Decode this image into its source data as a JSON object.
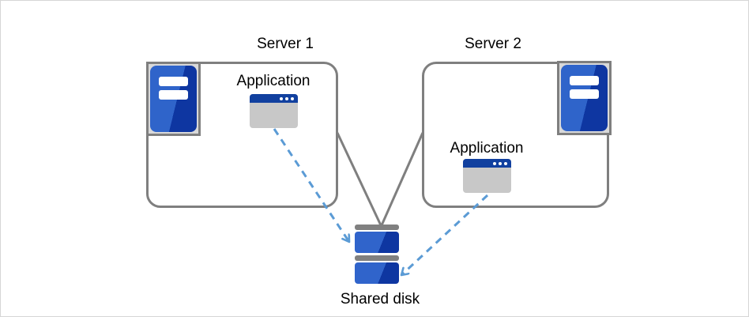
{
  "canvas": {
    "background": "#ffffff",
    "border_color": "#d6d6d6"
  },
  "nodes": {
    "server1": {
      "label": "Server 1",
      "icon": "server-icon"
    },
    "server2": {
      "label": "Server 2",
      "icon": "server-icon"
    },
    "app1": {
      "label": "Application",
      "icon": "app-window-icon"
    },
    "app2": {
      "label": "Application",
      "icon": "app-window-icon"
    },
    "shared_disk": {
      "label": "Shared disk",
      "icon": "disk-stack-icon"
    }
  },
  "connections": [
    {
      "from": "server1",
      "to": "shared_disk",
      "style": "solid",
      "color": "#7f7f7f"
    },
    {
      "from": "server2",
      "to": "shared_disk",
      "style": "solid",
      "color": "#7f7f7f"
    },
    {
      "from": "app1",
      "to": "shared_disk",
      "style": "dashed-arrow",
      "color": "#5b9bd5"
    },
    {
      "from": "app2",
      "to": "shared_disk",
      "style": "dashed-arrow",
      "color": "#5b9bd5"
    }
  ],
  "colors": {
    "box_border": "#7f7f7f",
    "connector": "#7f7f7f",
    "arrow": "#5b9bd5",
    "icon_frame_fill": "#d9d9d9",
    "icon_frame_border": "#7f7f7f",
    "icon_blue_light": "#2f64ca",
    "icon_blue_dark": "#0e36a1",
    "window_titlebar_blue": "#11409f",
    "window_body_gray": "#c8c8c8",
    "disk_cap_gray": "#808080",
    "text": "#000000"
  }
}
